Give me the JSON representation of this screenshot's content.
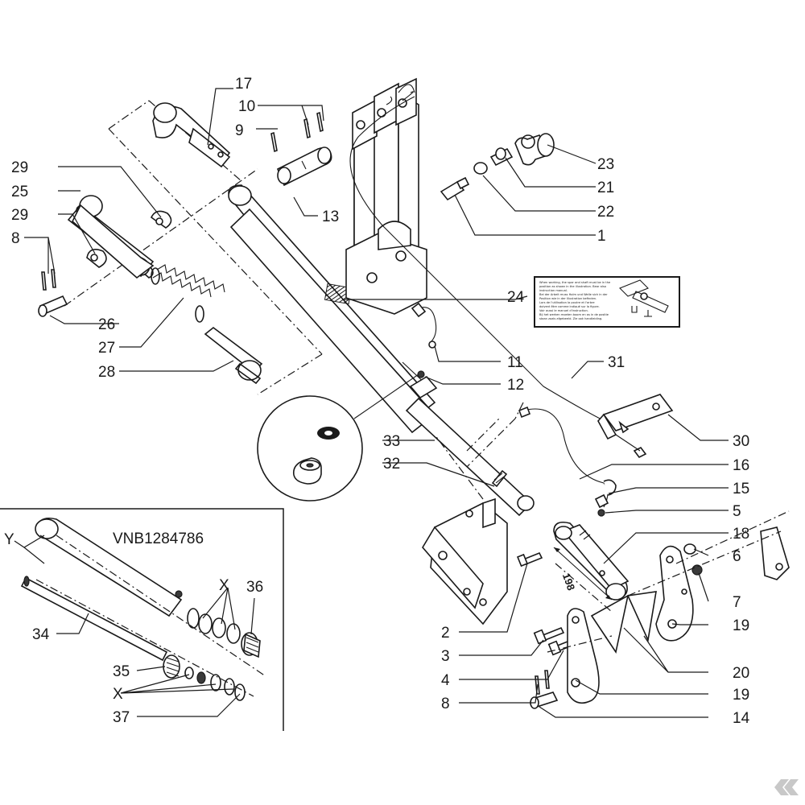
{
  "diagram": {
    "inset_title": "VNB1284786",
    "dimension_label": "198",
    "callouts": {
      "c17": "17",
      "c10": "10",
      "c9": "9",
      "c29a": "29",
      "c25": "25",
      "c29b": "29",
      "c8a": "8",
      "c13": "13",
      "c23": "23",
      "c21": "21",
      "c22": "22",
      "c1": "1",
      "c24": "24",
      "c26": "26",
      "c27": "27",
      "c28": "28",
      "c11": "11",
      "c12": "12",
      "c31": "31",
      "c33": "33",
      "c30": "30",
      "c32": "32",
      "c16": "16",
      "c15": "15",
      "c5": "5",
      "c18": "18",
      "c6": "6",
      "c7": "7",
      "c19a": "19",
      "c2": "2",
      "c3": "3",
      "c20": "20",
      "c4": "4",
      "c19b": "19",
      "c8b": "8",
      "c14": "14",
      "cY": "Y",
      "cX1": "X",
      "c36": "36",
      "c34": "34",
      "c35": "35",
      "cX2": "X",
      "c37": "37"
    },
    "warning_label_lines": [
      "When working, the spar and shaft must be in the",
      "position as shown in the illustration. Bear also",
      "instruction manual.",
      "Bei der Arbeit muss Holm und Welle sich in der",
      "Position wie in der Illustration befinden.",
      "Lors de l'utilisation la poutre et l'arbre",
      "doivent être comme indiqué sur la figure.",
      "Voir aussi le manuel d'instruction.",
      "Bij het werken moeten boom en as in de positie",
      "staan zoals afgebeeld. Zie ook handleiding."
    ]
  },
  "colors": {
    "line": "#1a1a1a",
    "hatch": "#3a3a3a",
    "paper": "#ffffff"
  },
  "icons": {
    "corner_logo": "kramp-logo-icon"
  }
}
